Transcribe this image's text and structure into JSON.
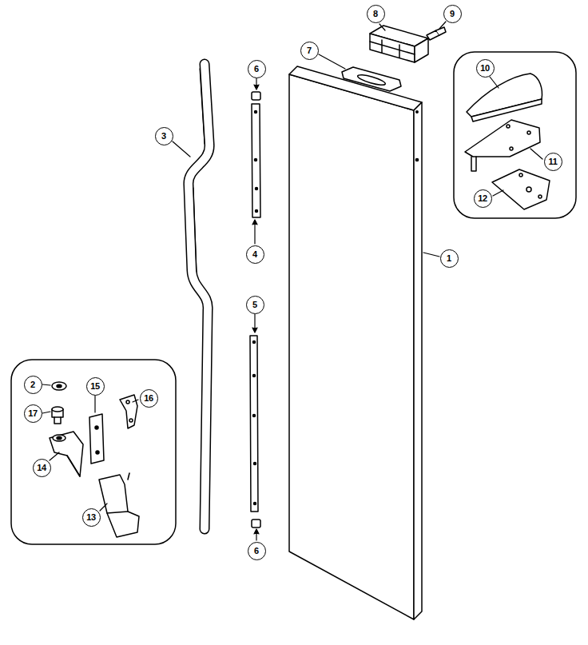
{
  "diagram": {
    "nodes": [
      {
        "text": [
          "8"
        ]
      },
      {
        "text": [
          "9"
        ]
      },
      {
        "text": [
          "7"
        ]
      },
      {
        "text": [
          "6"
        ]
      },
      {
        "text": [
          "10"
        ]
      },
      {
        "text": [
          "3"
        ]
      },
      {
        "text": [
          "11"
        ]
      },
      {
        "text": [
          "12"
        ]
      },
      {
        "text": [
          "4"
        ]
      },
      {
        "text": [
          "1"
        ]
      },
      {
        "text": [
          "5"
        ]
      },
      {
        "text": [
          "2"
        ]
      },
      {
        "text": [
          "15"
        ]
      },
      {
        "text": [
          "16"
        ]
      },
      {
        "text": [
          "17"
        ]
      },
      {
        "text": [
          "14"
        ]
      },
      {
        "text": [
          "13"
        ]
      },
      {
        "text": [
          "6"
        ]
      }
    ]
  }
}
